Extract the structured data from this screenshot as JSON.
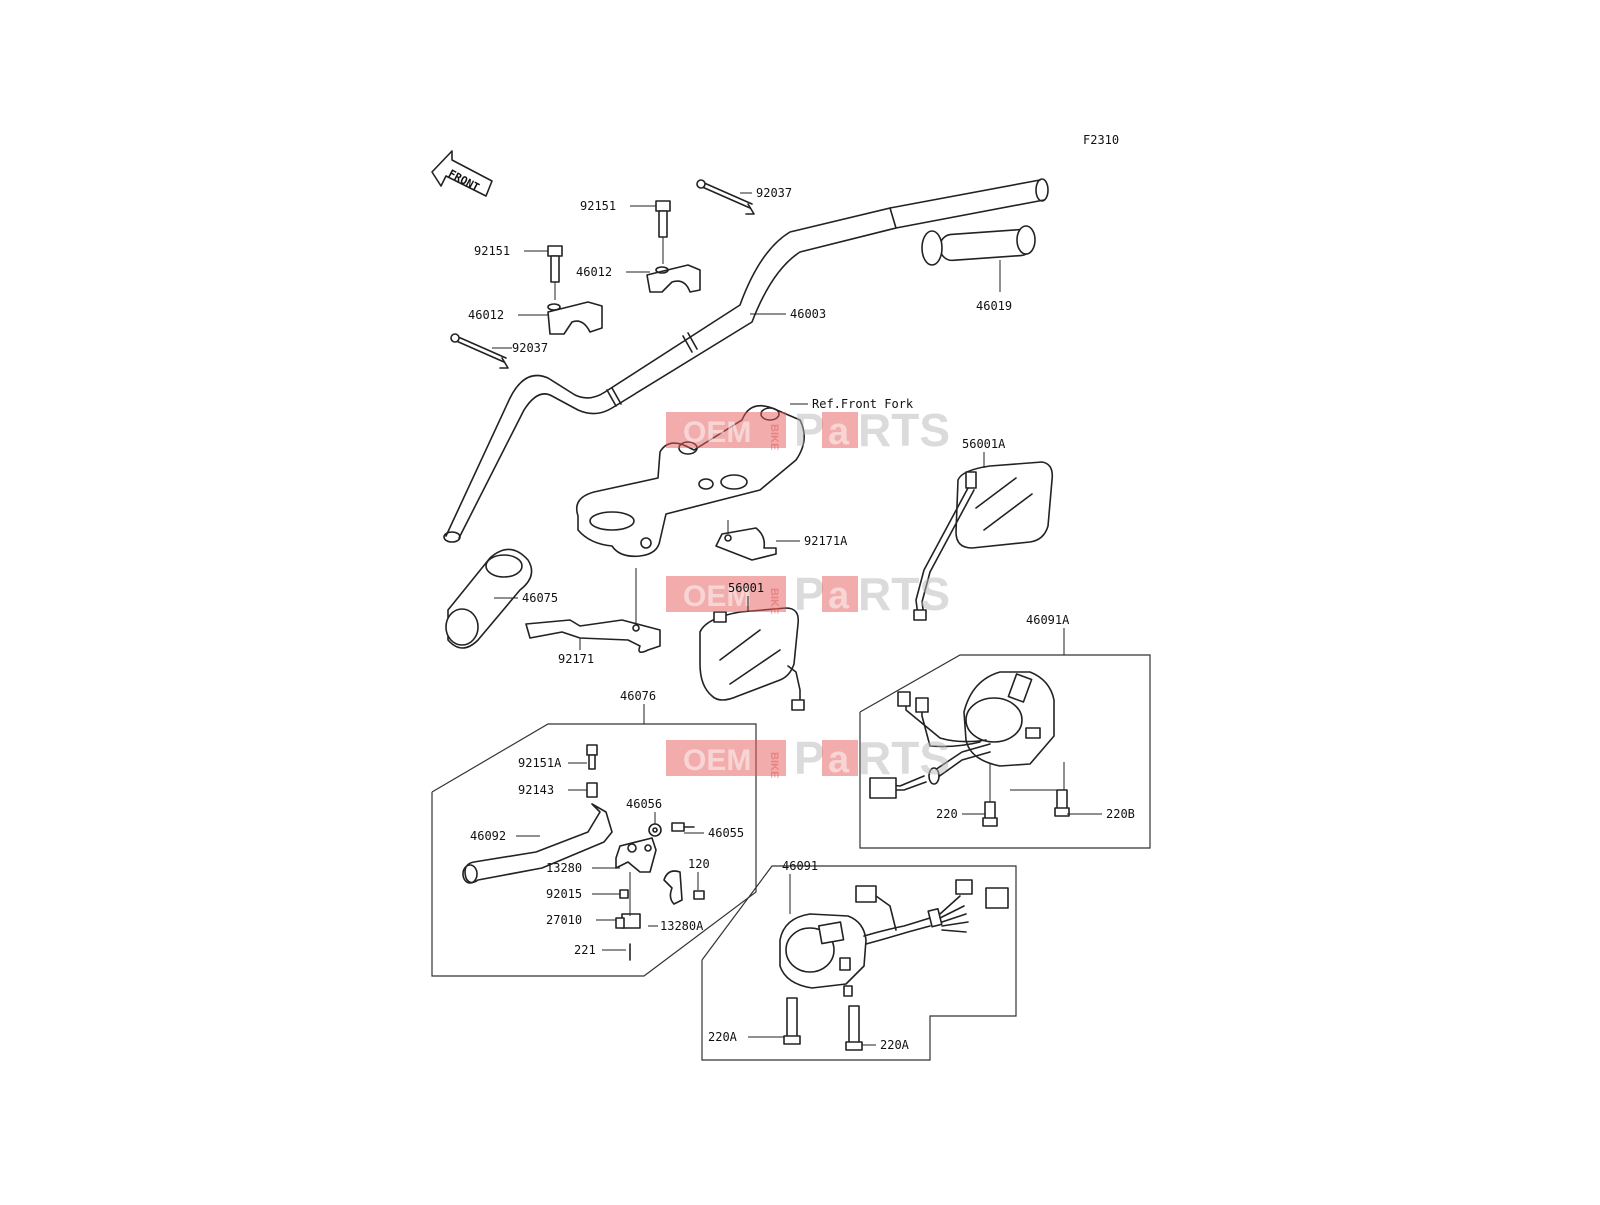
{
  "figure_code": "F2310",
  "front_arrow_label": "FRONT",
  "reference_label": "Ref.Front Fork",
  "watermark": {
    "oem": "OEM",
    "bike": "BIKE",
    "parts_p": "P",
    "parts_a": "a",
    "parts_rts": "RTS"
  },
  "colors": {
    "watermark_red": "#e65a5a",
    "watermark_gray": "#b9b9b9",
    "line": "#222222"
  },
  "part_labels": {
    "p92037_top": "92037",
    "p92151_top": "92151",
    "p92151_left": "92151",
    "p46012_top": "46012",
    "p46012_left": "46012",
    "p92037_left": "92037",
    "p46003": "46003",
    "p46019": "46019",
    "p56001A": "56001A",
    "p92171A": "92171A",
    "p46075": "46075",
    "p56001": "56001",
    "p92171": "92171",
    "p46091A": "46091A",
    "p220": "220",
    "p220B": "220B",
    "p46076": "46076",
    "p92151A": "92151A",
    "p92143": "92143",
    "p46056": "46056",
    "p46055": "46055",
    "p46092": "46092",
    "p120": "120",
    "p13280": "13280",
    "p92015": "92015",
    "p27010": "27010",
    "p13280A": "13280A",
    "p221": "221",
    "p46091": "46091",
    "p220A_left": "220A",
    "p220A_right": "220A"
  }
}
